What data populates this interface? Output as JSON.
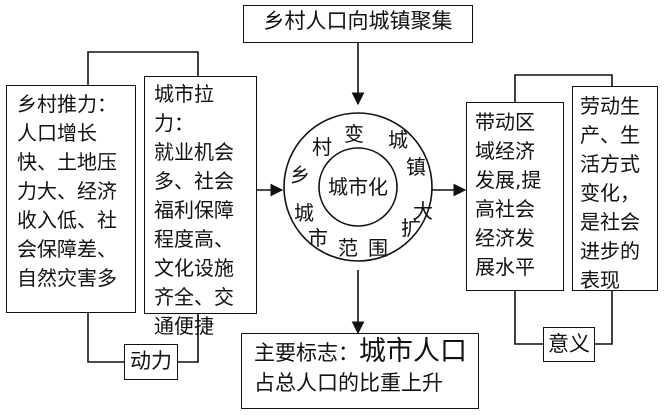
{
  "top_box": {
    "text": "乡村人口向城镇聚集"
  },
  "rural_push": {
    "text": "乡村推力：\n人口增长\n快、土地压\n力大、经济\n收入低、社\n会保障差、\n自然灾害多"
  },
  "urban_pull": {
    "text": "城市拉力：\n就业机会\n多、社会\n福利保障\n程度高、\n文化设施\n齐全、交\n通便捷"
  },
  "center": {
    "inner": "城市化",
    "ring_chars": [
      "变",
      "城",
      "镇",
      "扩",
      "大",
      "围",
      "范",
      "市",
      "城",
      "乡",
      "村"
    ]
  },
  "regional": {
    "text": "带动区\n域经济\n发展,提\n高社会\n经济发\n展水平"
  },
  "social": {
    "text": "劳动生\n产、生\n活方式\n变化，\n是社会\n进步的\n表现"
  },
  "drive_label": "动力",
  "meaning_label": "意义",
  "main_sign": {
    "prefix": "主要标志：",
    "emphasis": "城市人口",
    "line2": "占总人口的比重上升"
  },
  "colors": {
    "line": "#111111",
    "background": "#ffffff"
  }
}
